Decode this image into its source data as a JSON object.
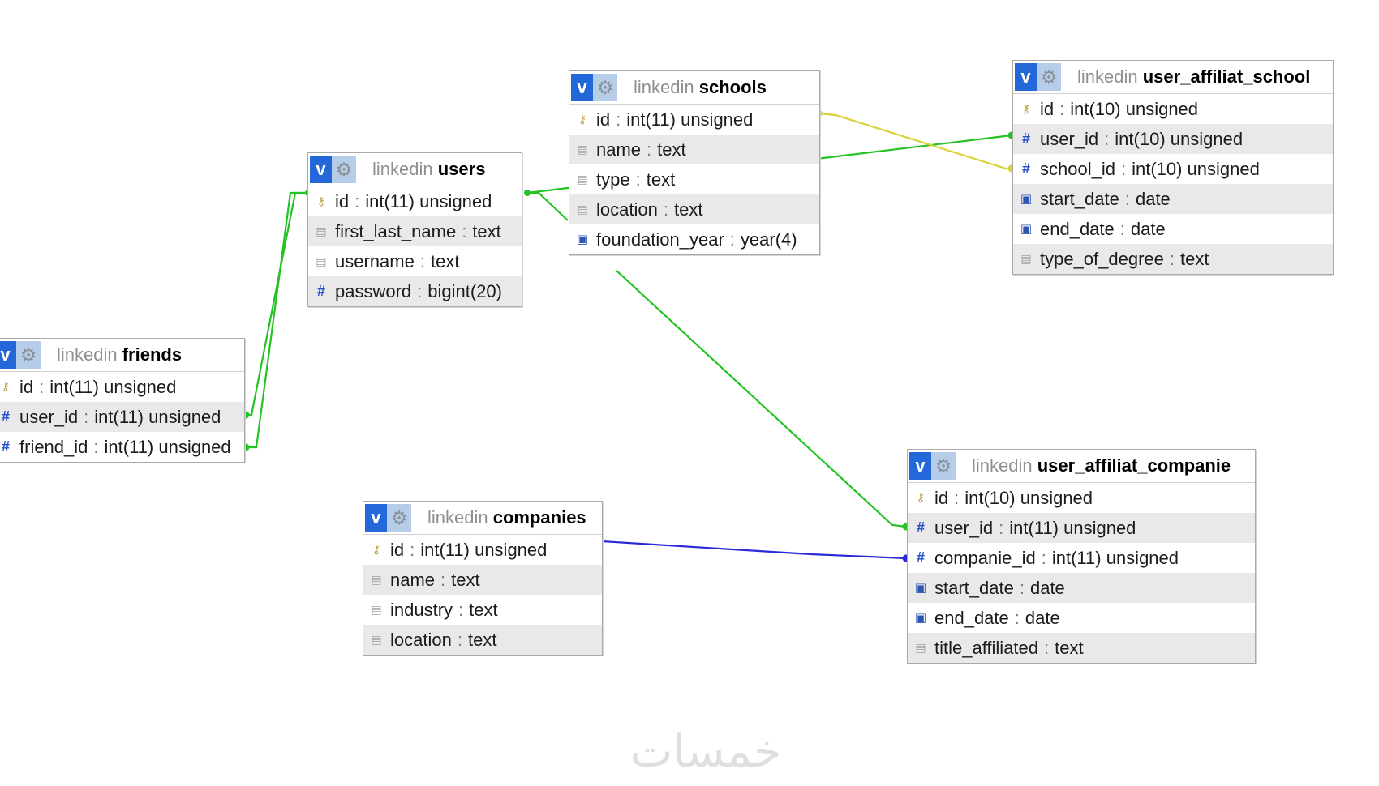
{
  "db_name": "linkedin",
  "separator": ":",
  "watermark": "خمسات",
  "colors": {
    "toggle_bg": "#2467d8",
    "gear_bg": "#b5cde8",
    "rel_green": "#22c322",
    "rel_yellow": "#d9d23a",
    "rel_blue": "#2a2ad8",
    "alt_row": "#e9e9e9"
  },
  "tables": {
    "friends": {
      "toggle": "v",
      "name": "friends",
      "columns": [
        {
          "name": "id",
          "type": "int(11) unsigned",
          "icon": "key-icon"
        },
        {
          "name": "user_id",
          "type": "int(11) unsigned",
          "icon": "hash-icon"
        },
        {
          "name": "friend_id",
          "type": "int(11) unsigned",
          "icon": "hash-icon"
        }
      ]
    },
    "users": {
      "toggle": "v",
      "name": "users",
      "columns": [
        {
          "name": "id",
          "type": "int(11) unsigned",
          "icon": "key-icon"
        },
        {
          "name": "first_last_name",
          "type": "text",
          "icon": "text-icon"
        },
        {
          "name": "username",
          "type": "text",
          "icon": "text-icon"
        },
        {
          "name": "password",
          "type": "bigint(20)",
          "icon": "hash-icon"
        }
      ]
    },
    "schools": {
      "toggle": "v",
      "name": "schools",
      "columns": [
        {
          "name": "id",
          "type": "int(11) unsigned",
          "icon": "key-icon"
        },
        {
          "name": "name",
          "type": "text",
          "icon": "text-icon"
        },
        {
          "name": "type",
          "type": "text",
          "icon": "text-icon"
        },
        {
          "name": "location",
          "type": "text",
          "icon": "text-icon"
        },
        {
          "name": "foundation_year",
          "type": "year(4)",
          "icon": "date-icon"
        }
      ]
    },
    "user_affiliat_school": {
      "toggle": "v",
      "name": "user_affiliat_school",
      "columns": [
        {
          "name": "id",
          "type": "int(10) unsigned",
          "icon": "key-icon"
        },
        {
          "name": "user_id",
          "type": "int(10) unsigned",
          "icon": "hash-icon"
        },
        {
          "name": "school_id",
          "type": "int(10) unsigned",
          "icon": "hash-icon"
        },
        {
          "name": "start_date",
          "type": "date",
          "icon": "date-icon"
        },
        {
          "name": "end_date",
          "type": "date",
          "icon": "date-icon"
        },
        {
          "name": "type_of_degree",
          "type": "text",
          "icon": "text-icon"
        }
      ]
    },
    "companies": {
      "toggle": "v",
      "name": "companies",
      "columns": [
        {
          "name": "id",
          "type": "int(11) unsigned",
          "icon": "key-icon"
        },
        {
          "name": "name",
          "type": "text",
          "icon": "text-icon"
        },
        {
          "name": "industry",
          "type": "text",
          "icon": "text-icon"
        },
        {
          "name": "location",
          "type": "text",
          "icon": "text-icon"
        }
      ]
    },
    "user_affiliat_companie": {
      "toggle": "v",
      "name": "user_affiliat_companie",
      "columns": [
        {
          "name": "id",
          "type": "int(10) unsigned",
          "icon": "key-icon"
        },
        {
          "name": "user_id",
          "type": "int(11) unsigned",
          "icon": "hash-icon"
        },
        {
          "name": "companie_id",
          "type": "int(11) unsigned",
          "icon": "hash-icon"
        },
        {
          "name": "start_date",
          "type": "date",
          "icon": "date-icon"
        },
        {
          "name": "end_date",
          "type": "date",
          "icon": "date-icon"
        },
        {
          "name": "title_affiliated",
          "type": "text",
          "icon": "text-icon"
        }
      ]
    }
  },
  "relations": [
    {
      "from": "friends.user_id",
      "to": "users.id",
      "color": "#22c322"
    },
    {
      "from": "friends.friend_id",
      "to": "users.id",
      "color": "#22c322"
    },
    {
      "from": "user_affiliat_school.user_id",
      "to": "users.id",
      "color": "#22c322"
    },
    {
      "from": "user_affiliat_school.school_id",
      "to": "schools.id",
      "color": "#d9d23a"
    },
    {
      "from": "user_affiliat_companie.user_id",
      "to": "users.id",
      "color": "#22c322"
    },
    {
      "from": "user_affiliat_companie.companie_id",
      "to": "companies.id",
      "color": "#2a2ad8"
    }
  ]
}
